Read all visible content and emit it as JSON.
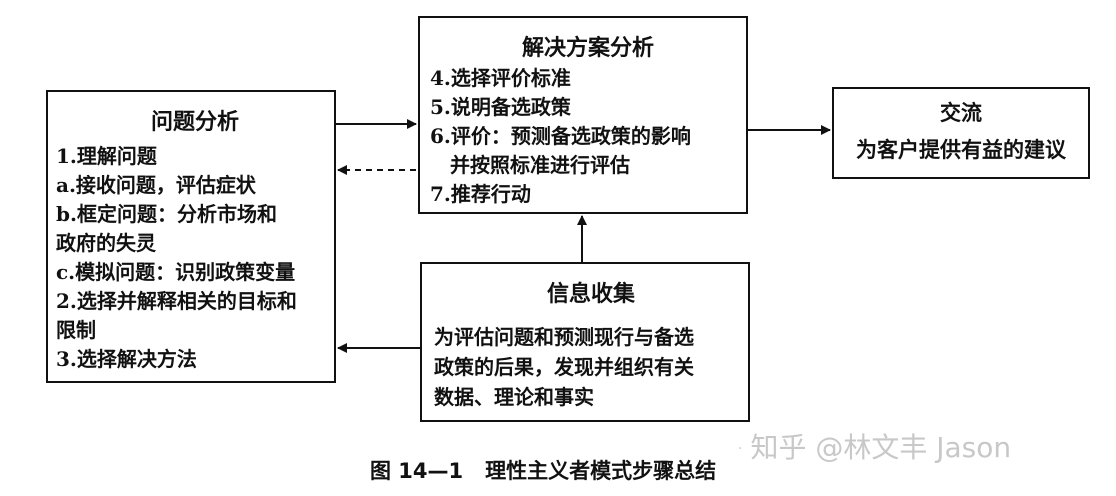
{
  "problem_box": {
    "title": "问题分析",
    "lines": [
      "1.理解问题",
      "a.接收问题，评估症状",
      "b.框定问题：分析市场和",
      "政府的失灵",
      "c.模拟问题：识别政策变量",
      "2.选择并解释相关的目标和",
      "限制",
      "3.选择解决方法"
    ]
  },
  "solution_box": {
    "title": "解决方案分析",
    "lines": [
      "4.选择评价标准",
      "5.说明备选政策",
      "6.评价：预测备选政策的影响",
      "并按照标准进行评估",
      "7.推荐行动"
    ]
  },
  "communication_box": {
    "title": "交流",
    "lines": [
      "为客户提供有益的建议"
    ]
  },
  "info_box": {
    "title": "信息收集",
    "lines": [
      "为评估问题和预测现行与备选",
      "政策的后果，发现并组织有关",
      "数据、理论和事实"
    ]
  },
  "caption": "图 14—1   理性主义者模式步骤总结",
  "watermark": "知乎 @林文丰 Jason",
  "colors": {
    "ink": "#111111",
    "watermark": "#c8c8c8"
  }
}
